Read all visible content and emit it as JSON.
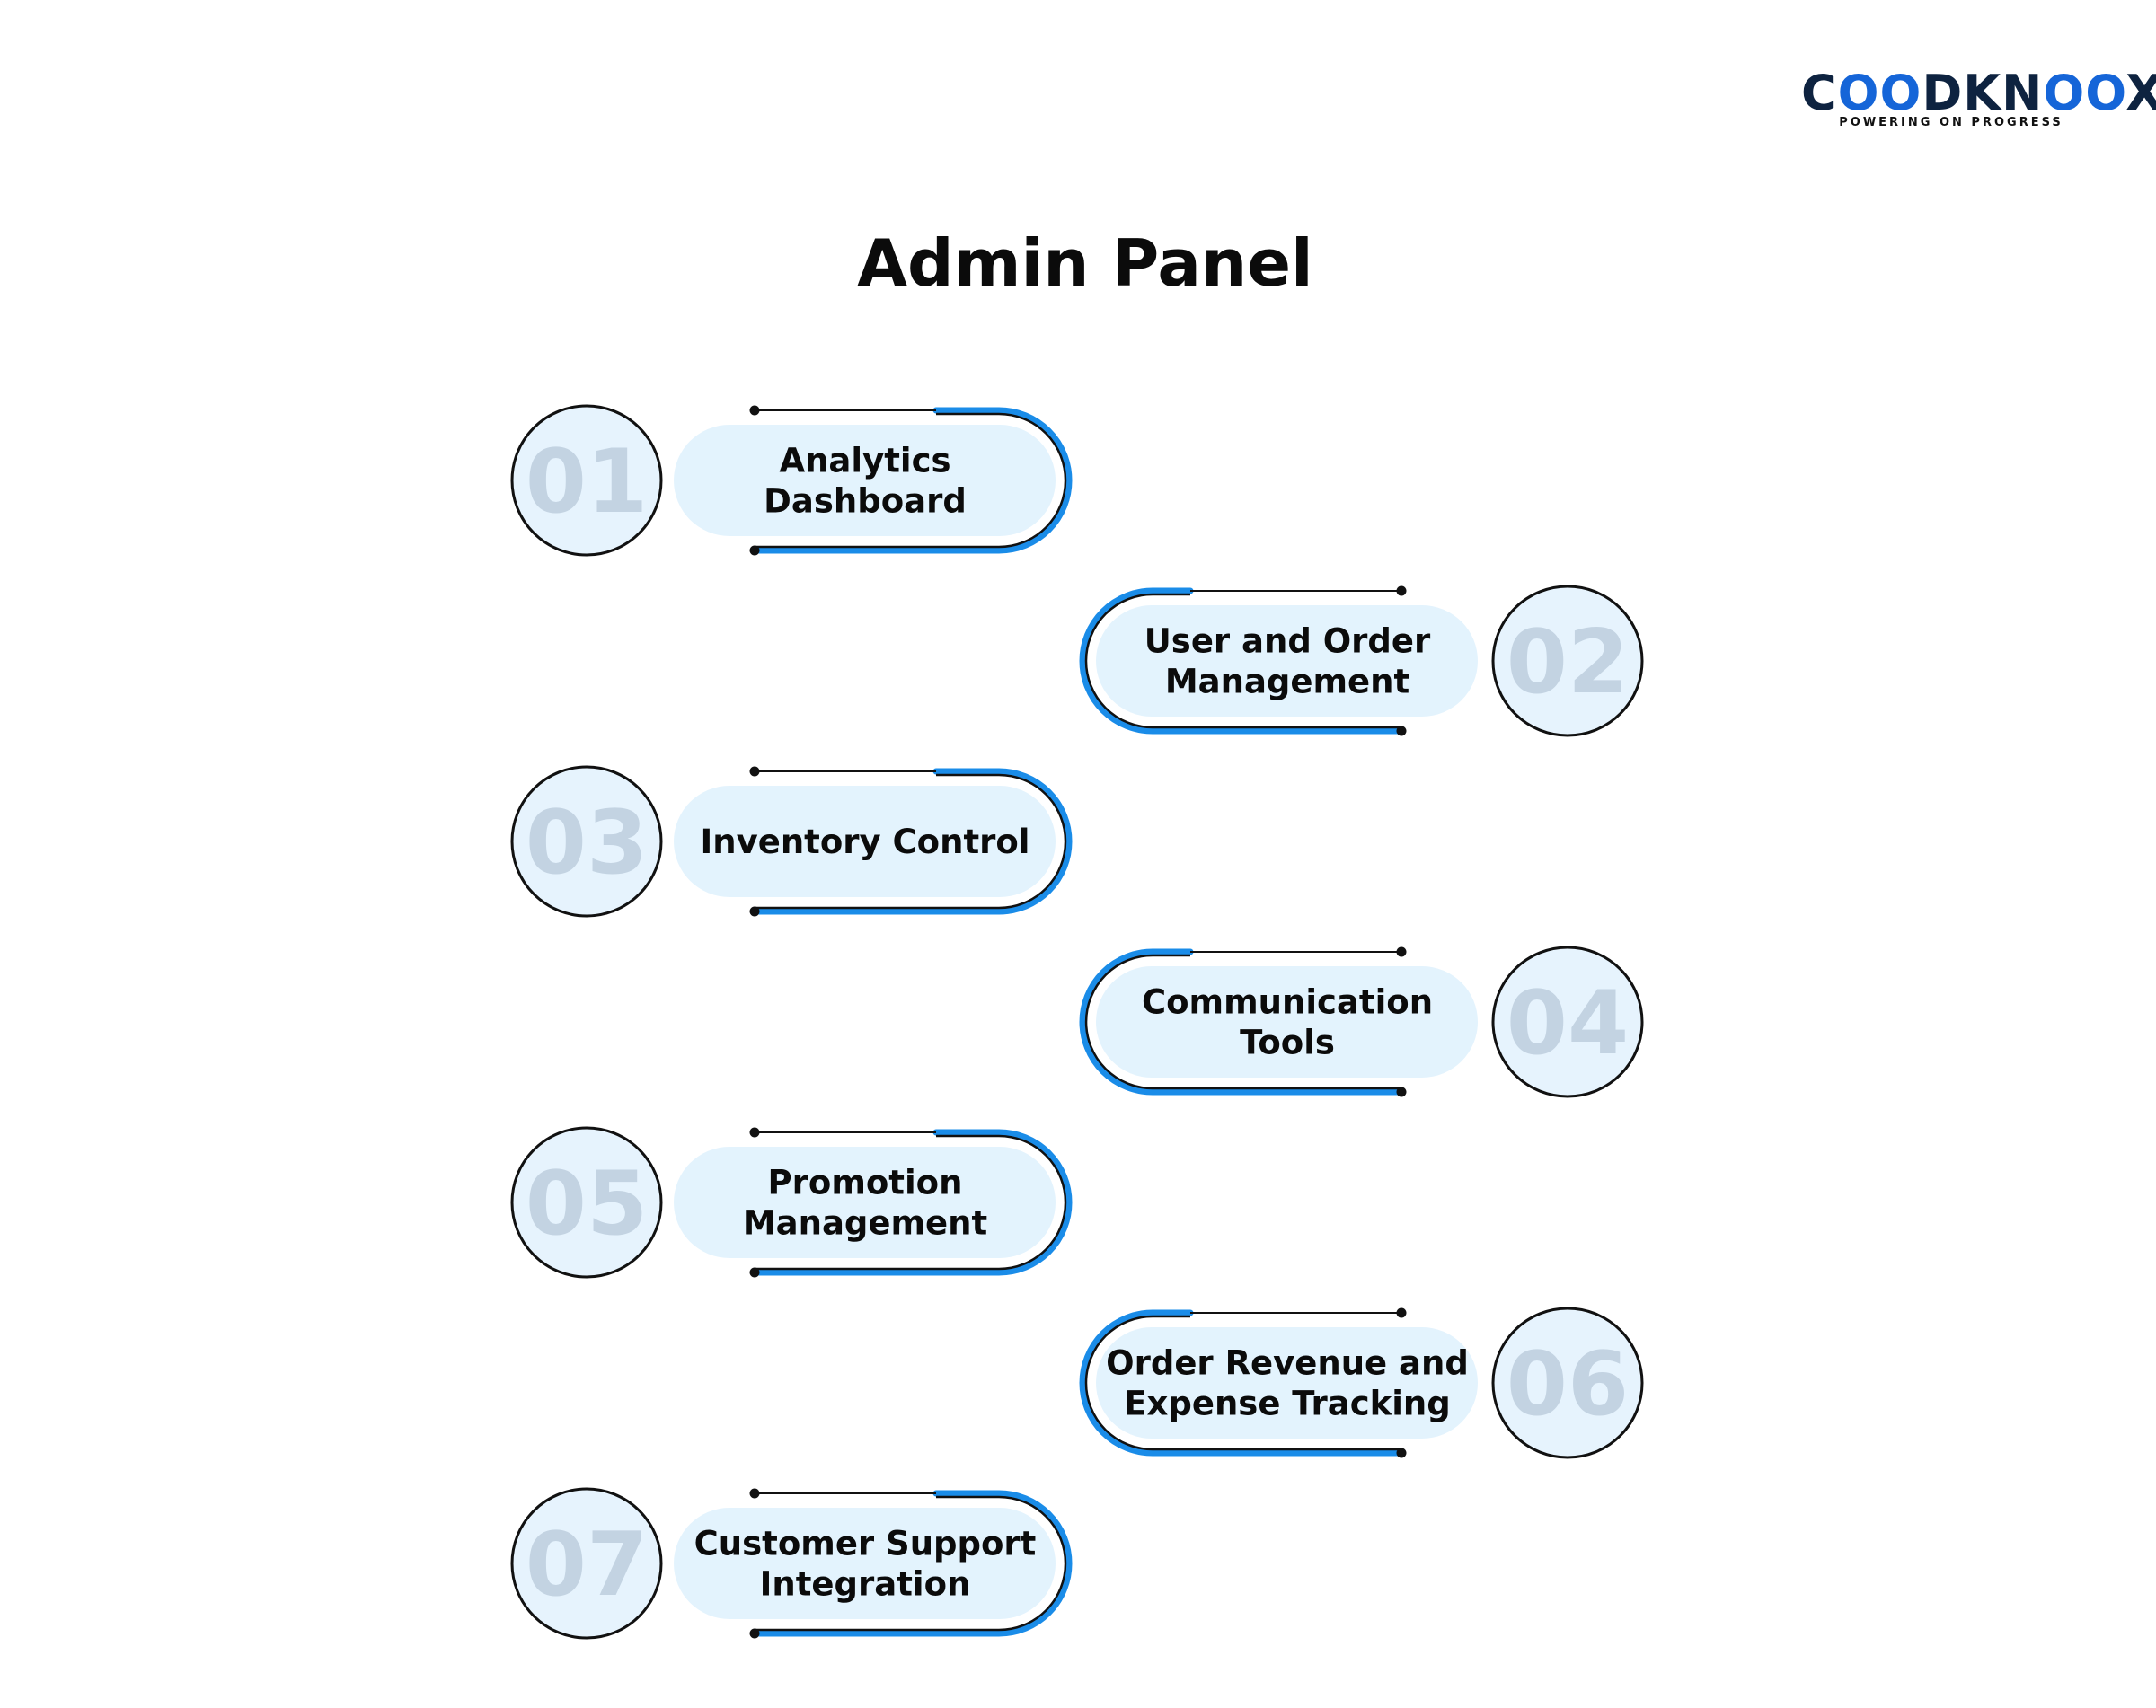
{
  "logo": {
    "word_dark_1": "C",
    "word_blue_1": "OO",
    "word_dark_2": "DKN",
    "word_blue_2": "OO",
    "word_dark_3": "X",
    "tagline": "POWERING ON PROGRESS"
  },
  "title": "Admin Panel",
  "colors": {
    "accent": "#1a8ce8",
    "outline": "#111111",
    "pill_fill": "#e3f3fd",
    "circle_fill": "#e6f3fd",
    "number": "#c3d3e2",
    "logo_dark": "#0e2340",
    "logo_blue": "#1565d8"
  },
  "steps": [
    {
      "number": "01",
      "lines": [
        "Analytics",
        "Dashboard"
      ],
      "side": "left"
    },
    {
      "number": "02",
      "lines": [
        "User and Order",
        "Management"
      ],
      "side": "right"
    },
    {
      "number": "03",
      "lines": [
        "Inventory Control"
      ],
      "side": "left"
    },
    {
      "number": "04",
      "lines": [
        "Communication",
        "Tools"
      ],
      "side": "right"
    },
    {
      "number": "05",
      "lines": [
        "Promotion",
        "Management"
      ],
      "side": "left"
    },
    {
      "number": "06",
      "lines": [
        "Order Revenue and",
        "Expense Tracking"
      ],
      "side": "right"
    },
    {
      "number": "07",
      "lines": [
        "Customer Support",
        "Integration"
      ],
      "side": "left"
    }
  ]
}
